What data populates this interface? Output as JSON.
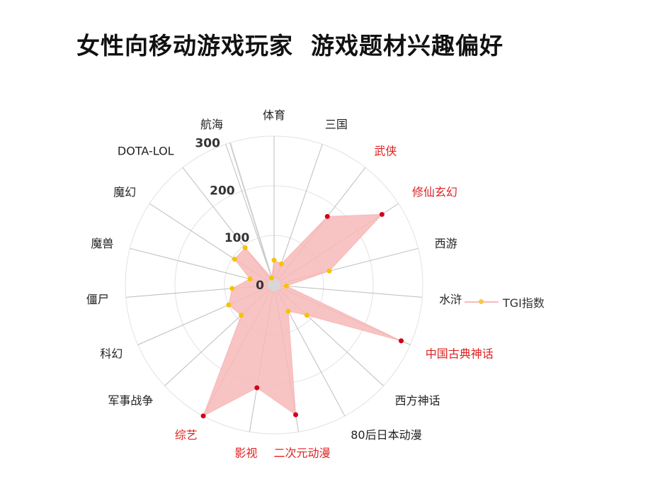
{
  "title": "女性向移动游戏玩家  游戏题材兴趣偏好",
  "colors": {
    "fill": "#f7b9b9",
    "point_normal": "#f5c400",
    "point_highlight": "#d0021b",
    "label_normal": "#222222",
    "label_highlight": "#e02020",
    "grid": "#cccccc"
  },
  "chart_data": {
    "type": "radar",
    "title": "女性向移动游戏玩家  游戏题材兴趣偏好",
    "series": [
      {
        "name": "TGI指数"
      }
    ],
    "radial_ticks": [
      0,
      100,
      200,
      300
    ],
    "rmax": 300,
    "grid": true,
    "legend_position": "right",
    "categories": [
      {
        "label": "体育",
        "value": 50,
        "highlight": false
      },
      {
        "label": "三国",
        "value": 45,
        "highlight": false
      },
      {
        "label": "武侠",
        "value": 175,
        "highlight": true
      },
      {
        "label": "修仙玄幻",
        "value": 260,
        "highlight": true
      },
      {
        "label": "西游",
        "value": 115,
        "highlight": false
      },
      {
        "label": "水浒",
        "value": 25,
        "highlight": false
      },
      {
        "label": "中国古典神话",
        "value": 280,
        "highlight": true
      },
      {
        "label": "西方神话",
        "value": 90,
        "highlight": false
      },
      {
        "label": "80后日本动漫",
        "value": 60,
        "highlight": false
      },
      {
        "label": "二次元动漫",
        "value": 265,
        "highlight": true
      },
      {
        "label": "影视",
        "value": 210,
        "highlight": true
      },
      {
        "label": "综艺",
        "value": 300,
        "highlight": true
      },
      {
        "label": "军事战争",
        "value": 90,
        "highlight": false
      },
      {
        "label": "科幻",
        "value": 100,
        "highlight": false
      },
      {
        "label": "僵尸",
        "value": 85,
        "highlight": false
      },
      {
        "label": "魔兽",
        "value": 50,
        "highlight": false
      },
      {
        "label": "魔幻",
        "value": 95,
        "highlight": false
      },
      {
        "label": "DOTA-LOL",
        "value": 95,
        "highlight": false
      },
      {
        "label": "航海",
        "value": 15,
        "highlight": false
      }
    ]
  }
}
